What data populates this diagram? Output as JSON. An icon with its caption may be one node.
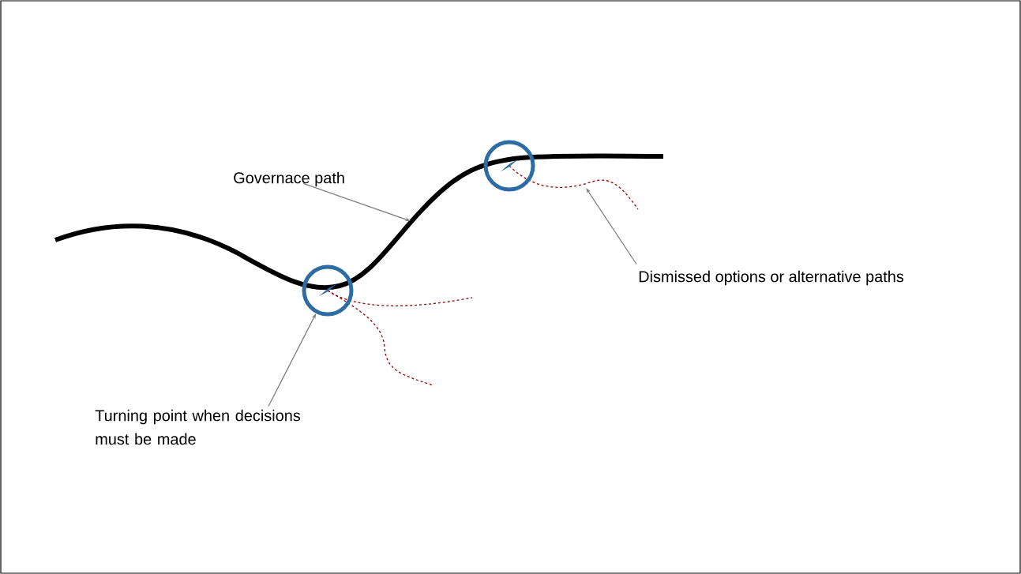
{
  "diagram": {
    "nodes": [
      {
        "text": [
          "Governace path"
        ]
      },
      {
        "text": [],
        "shape": "circle"
      },
      {
        "text": [],
        "shape": "circle"
      },
      {
        "text": [
          "Dismissed options or alternative paths"
        ]
      },
      {
        "text": [
          "Turning point when decisions must be made"
        ]
      }
    ],
    "edges": [
      {
        "from": 0,
        "to": null,
        "arrow": "to"
      },
      {
        "from": 4,
        "to": 1,
        "arrow": "to"
      },
      {
        "from": 3,
        "to": null,
        "arrow": "to"
      }
    ]
  }
}
